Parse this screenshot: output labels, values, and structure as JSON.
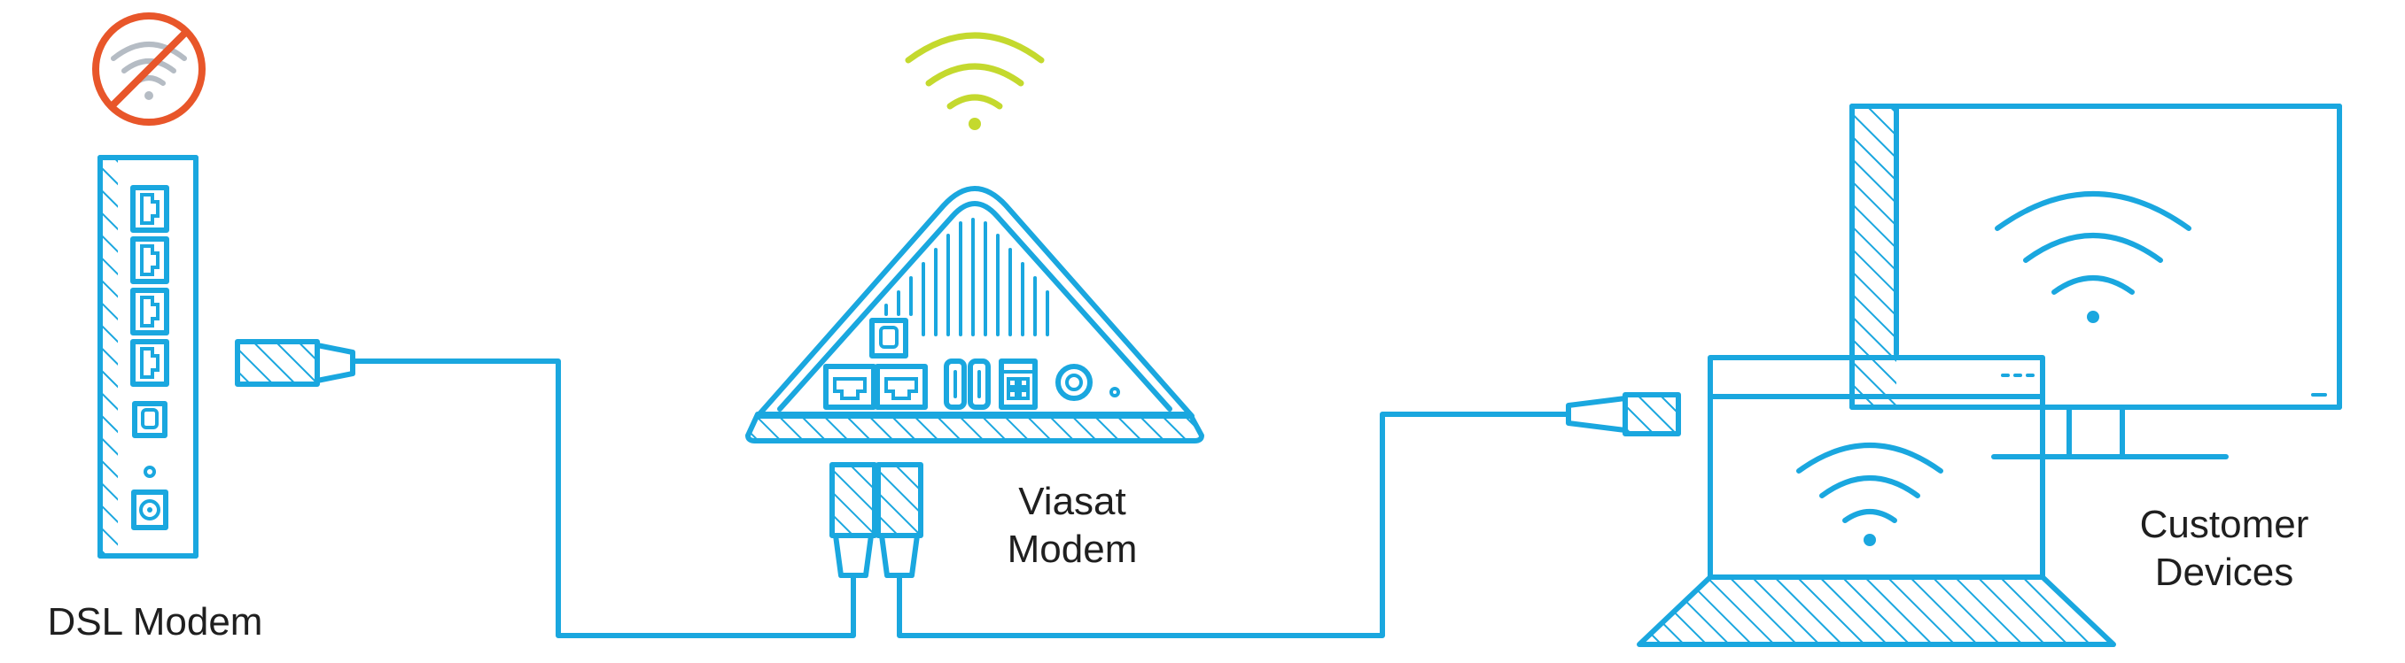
{
  "labels": {
    "dsl_modem": "DSL Modem",
    "viasat_modem_line1": "Viasat",
    "viasat_modem_line2": "Modem",
    "customer_devices_line1": "Customer",
    "customer_devices_line2": "Devices"
  },
  "colors": {
    "device_line": "#1aa7df",
    "wifi_active": "#c4d92e",
    "wifi_disabled": "#b5bcc4",
    "no_symbol": "#e8562a",
    "text": "#1f1f1f"
  },
  "icons": {
    "dsl_wifi_status": "wifi-disabled-icon",
    "viasat_wifi": "wifi-icon",
    "monitor_wifi": "wifi-icon",
    "laptop_wifi": "wifi-icon"
  }
}
